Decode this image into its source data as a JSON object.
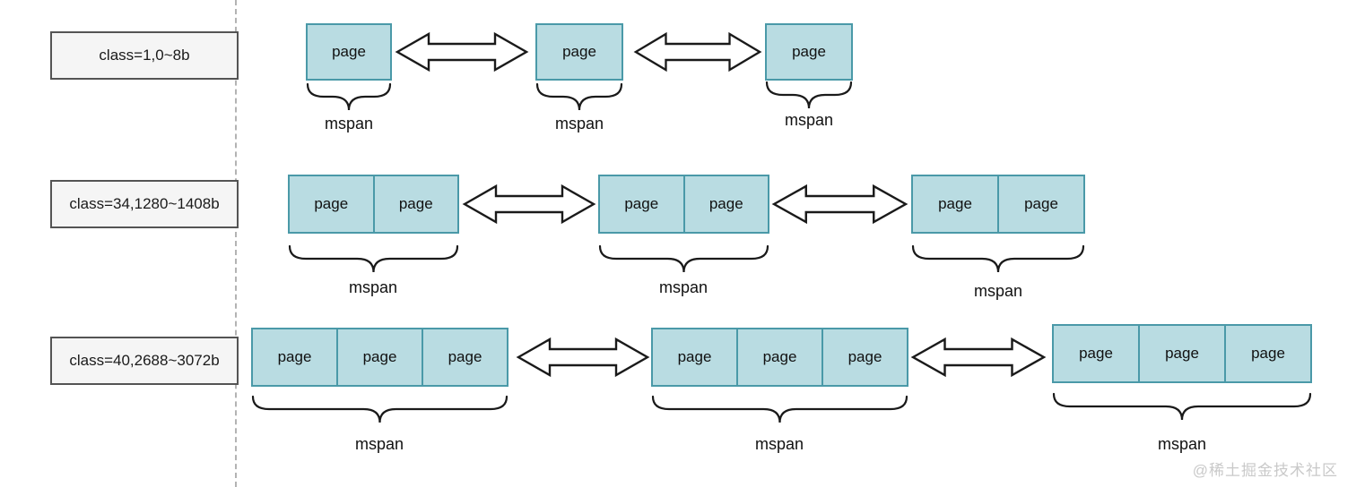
{
  "diagram": {
    "rows": [
      {
        "class_label": "class=1,0~8b",
        "page_label": "page",
        "span_label": "mspan",
        "pages_per_span": 1,
        "span_count": 3
      },
      {
        "class_label": "class=34,1280~1408b",
        "page_label": "page",
        "span_label": "mspan",
        "pages_per_span": 2,
        "span_count": 3
      },
      {
        "class_label": "class=40,2688~3072b",
        "page_label": "page",
        "span_label": "mspan",
        "pages_per_span": 3,
        "span_count": 3
      }
    ],
    "watermark": "@稀土掘金技术社区",
    "colors": {
      "page_fill": "#b9dce2",
      "page_border": "#4a99a8",
      "label_fill": "#f5f5f5",
      "label_border": "#545454",
      "line": "#1a1a1a",
      "dashed_divider": "#b3b3b3",
      "watermark": "#c9c9c9"
    }
  }
}
